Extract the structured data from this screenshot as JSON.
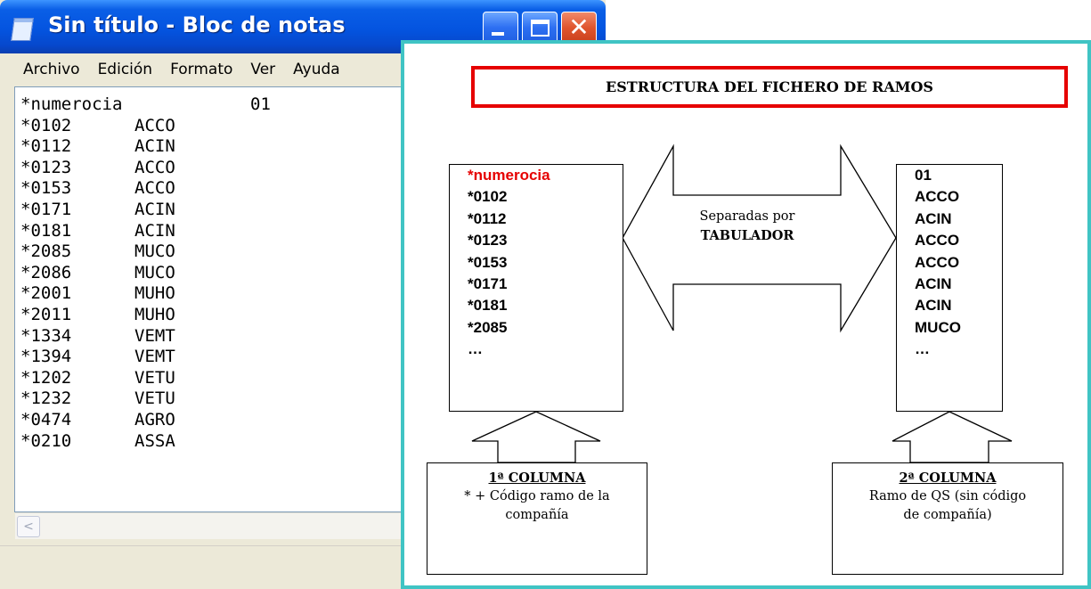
{
  "notepad": {
    "title": "Sin título - Bloc de notas",
    "menu": [
      "Archivo",
      "Edición",
      "Formato",
      "Ver",
      "Ayuda"
    ],
    "lines": [
      [
        "*numerocia",
        "01"
      ],
      [
        "*0102",
        "ACCO"
      ],
      [
        "*0112",
        "ACIN"
      ],
      [
        "*0123",
        "ACCO"
      ],
      [
        "*0153",
        "ACCO"
      ],
      [
        "*0171",
        "ACIN"
      ],
      [
        "*0181",
        "ACIN"
      ],
      [
        "*2085",
        "MUCO"
      ],
      [
        "*2086",
        "MUCO"
      ],
      [
        "*2001",
        "MUHO"
      ],
      [
        "*2011",
        "MUHO"
      ],
      [
        "*1334",
        "VEMT"
      ],
      [
        "*1394",
        "VEMT"
      ],
      [
        "*1202",
        "VETU"
      ],
      [
        "*1232",
        "VETU"
      ],
      [
        "*0474",
        "AGRO"
      ],
      [
        "*0210",
        "ASSA"
      ]
    ],
    "scroll_left_icon": "arrow-left-icon",
    "colors": {
      "titlebar": "#0454e0",
      "close": "#e0552e"
    }
  },
  "diagram": {
    "title": "ESTRUCTURA DEL FICHERO DE RAMOS",
    "left_column": [
      "*numerocia",
      "*0102",
      "*0112",
      "*0123",
      "*0153",
      "*0171",
      "*0181",
      "*2085",
      "…"
    ],
    "right_column": [
      "01",
      "ACCO",
      "ACIN",
      "ACCO",
      "ACCO",
      "ACIN",
      "ACIN",
      "MUCO",
      "…"
    ],
    "separator_line1": "Separadas por",
    "separator_line2": "TABULADOR",
    "left_label_head": "1ª COLUMNA",
    "left_label_body": "* + Código ramo de la compañía",
    "right_label_head": "2ª COLUMNA",
    "right_label_body": "Ramo de QS (sin código de compañía)",
    "colors": {
      "frame": "#40c4c4",
      "title_border": "#e60000",
      "highlight_text": "#e60000"
    }
  }
}
